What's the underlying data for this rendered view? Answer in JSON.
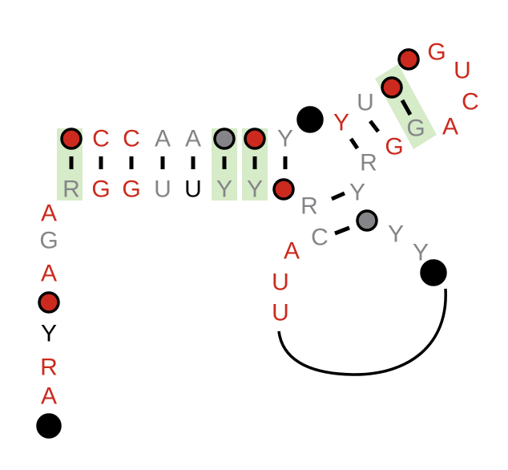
{
  "colors": {
    "red": "#cc2a1e",
    "gray": "#858589",
    "black": "#000000",
    "highlight": "#d6ebc8"
  },
  "nucleotides": [
    {
      "id": "n1",
      "text": "A",
      "color": "red"
    },
    {
      "id": "n2",
      "text": "G",
      "color": "gray"
    },
    {
      "id": "n3",
      "text": "A",
      "color": "red"
    },
    {
      "id": "n4",
      "text": "Y",
      "color": "black"
    },
    {
      "id": "n5",
      "text": "R",
      "color": "red"
    },
    {
      "id": "n6",
      "text": "A",
      "color": "red"
    },
    {
      "id": "n7",
      "text": "R",
      "color": "gray"
    },
    {
      "id": "n8",
      "text": "G",
      "color": "red"
    },
    {
      "id": "n9",
      "text": "G",
      "color": "red"
    },
    {
      "id": "n10",
      "text": "U",
      "color": "gray"
    },
    {
      "id": "n11",
      "text": "U",
      "color": "black"
    },
    {
      "id": "n12",
      "text": "Y",
      "color": "gray"
    },
    {
      "id": "n13",
      "text": "Y",
      "color": "gray"
    },
    {
      "id": "n14",
      "text": "C",
      "color": "red"
    },
    {
      "id": "n15",
      "text": "C",
      "color": "red"
    },
    {
      "id": "n16",
      "text": "A",
      "color": "gray"
    },
    {
      "id": "n17",
      "text": "A",
      "color": "gray"
    },
    {
      "id": "n18",
      "text": "Y",
      "color": "gray"
    },
    {
      "id": "n19",
      "text": "Y",
      "color": "red"
    },
    {
      "id": "n20",
      "text": "U",
      "color": "gray"
    },
    {
      "id": "n21",
      "text": "G",
      "color": "gray"
    },
    {
      "id": "n22",
      "text": "G",
      "color": "red"
    },
    {
      "id": "n23",
      "text": "U",
      "color": "red"
    },
    {
      "id": "n24",
      "text": "C",
      "color": "red"
    },
    {
      "id": "n25",
      "text": "A",
      "color": "red"
    },
    {
      "id": "n26",
      "text": "G",
      "color": "red"
    },
    {
      "id": "n27",
      "text": "R",
      "color": "gray"
    },
    {
      "id": "n28",
      "text": "Y",
      "color": "gray"
    },
    {
      "id": "n29",
      "text": "R",
      "color": "gray"
    },
    {
      "id": "n30",
      "text": "C",
      "color": "gray"
    },
    {
      "id": "n31",
      "text": "Y",
      "color": "gray"
    },
    {
      "id": "n32",
      "text": "Y",
      "color": "gray"
    },
    {
      "id": "n33",
      "text": "A",
      "color": "red"
    },
    {
      "id": "n34",
      "text": "U",
      "color": "red"
    },
    {
      "id": "n35",
      "text": "U",
      "color": "red"
    }
  ],
  "position_markers": [
    {
      "id": "c1",
      "fill": "red"
    },
    {
      "id": "c2",
      "fill": "black"
    },
    {
      "id": "c3",
      "fill": "red"
    },
    {
      "id": "c4",
      "fill": "gray"
    },
    {
      "id": "c5",
      "fill": "red"
    },
    {
      "id": "c6",
      "fill": "red"
    },
    {
      "id": "c7",
      "fill": "black"
    },
    {
      "id": "c8",
      "fill": "red"
    },
    {
      "id": "c9",
      "fill": "red"
    },
    {
      "id": "c10",
      "fill": "gray"
    },
    {
      "id": "c11",
      "fill": "black"
    }
  ]
}
